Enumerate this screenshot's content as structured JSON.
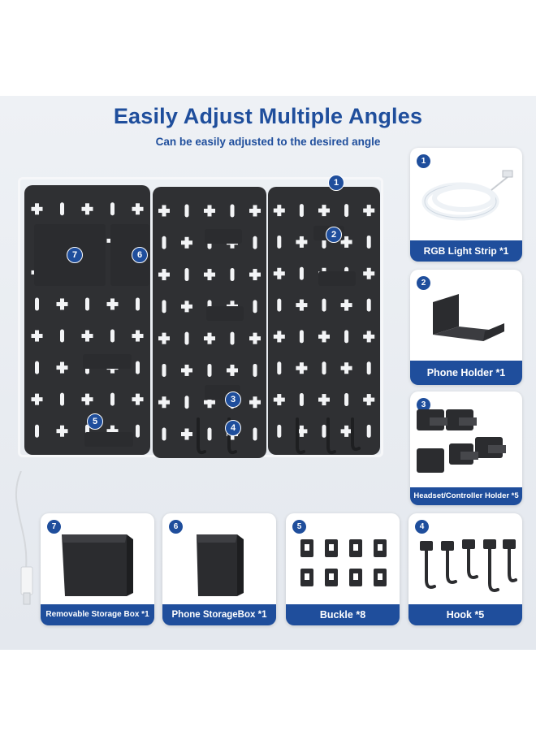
{
  "heading": {
    "title": "Easily Adjust Multiple Angles",
    "subtitle": "Can be easily adjusted to the desired angle"
  },
  "board_markers": [
    "1",
    "2",
    "3",
    "4",
    "5",
    "6",
    "7"
  ],
  "cards": {
    "rgb_strip": {
      "number": "1",
      "label": "RGB Light Strip *1"
    },
    "phone_holder": {
      "number": "2",
      "label": "Phone Holder *1"
    },
    "headset_holder": {
      "number": "3",
      "label": "Headset/Controller Holder  *5"
    },
    "hook": {
      "number": "4",
      "label": "Hook *5"
    },
    "buckle": {
      "number": "5",
      "label": "Buckle *8"
    },
    "phone_box": {
      "number": "6",
      "label": "Phone StorageBox *1"
    },
    "storage_box": {
      "number": "7",
      "label": "Removable Storage Box *1"
    }
  },
  "colors": {
    "brand": "#1f4e9c",
    "panel": "#2f3033",
    "background": "#e8ebf0"
  }
}
